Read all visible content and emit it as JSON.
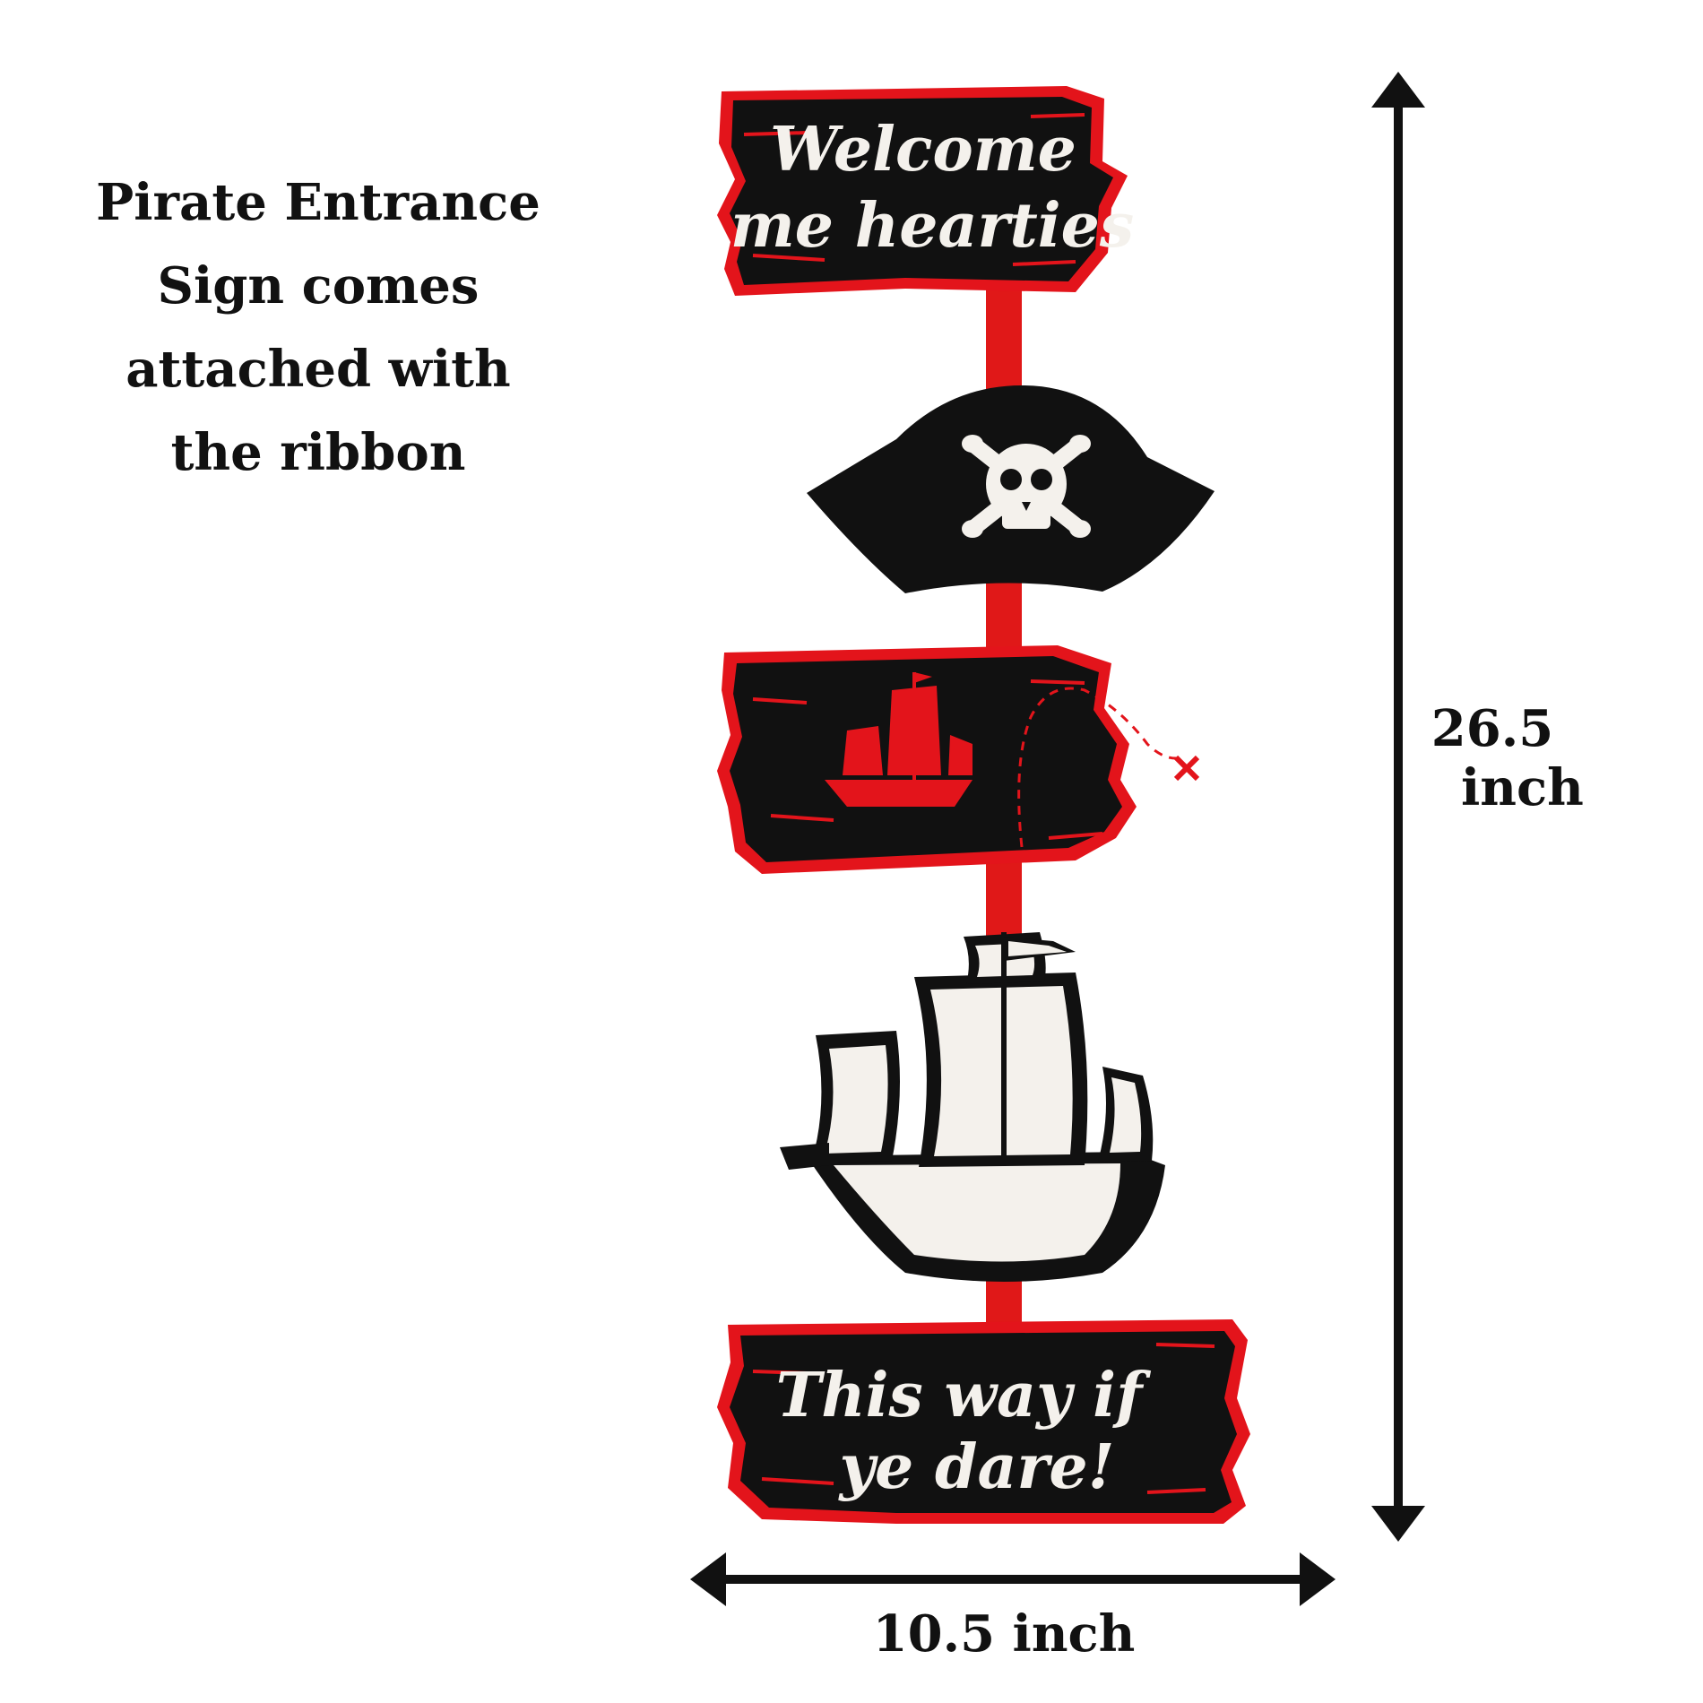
{
  "caption": {
    "lines": [
      "Pirate Entrance",
      "Sign comes",
      "attached with",
      "the ribbon"
    ]
  },
  "dimensions": {
    "height_value": "26.5",
    "height_unit": "inch",
    "width_label": "10.5 inch"
  },
  "sign": {
    "top_board_line1": "Welcome",
    "top_board_line2": "me hearties",
    "bottom_board_line1": "This way if",
    "bottom_board_line2": "ye dare!"
  },
  "colors": {
    "board": "#111111",
    "trim": "#e3141b",
    "ribbon": "#e01818",
    "cream": "#f4f1ec",
    "text": "#111111"
  },
  "icons": [
    "pirate-hat-icon",
    "skull-crossbones-icon",
    "red-ship-icon",
    "treasure-map-x-icon",
    "white-ship-icon",
    "double-arrow-icon"
  ]
}
